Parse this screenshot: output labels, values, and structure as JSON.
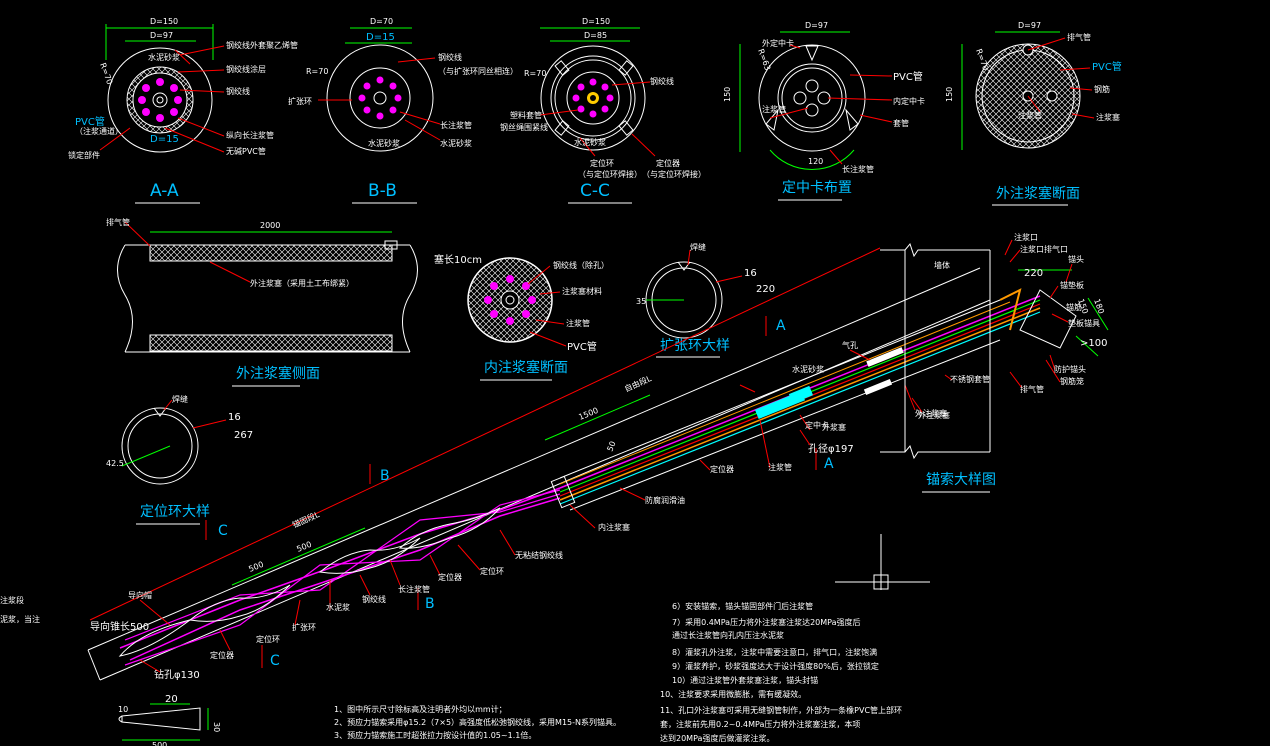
{
  "colors": {
    "background": "#000000",
    "outline": "#ffffff",
    "dimension": "#00ff00",
    "leader": "#ff0000",
    "label": "#ffffff",
    "title": "#00bfff",
    "tendon": "#ff00ff",
    "highlight": "#00ffff",
    "orange_tube": "#ff9900"
  },
  "sections": {
    "aa": {
      "title": "A-A",
      "dim_d150": "D=150",
      "dim_d97": "D=97",
      "radius": "R=70",
      "d15": "D=15",
      "pvc": "PVC管",
      "pvc_note": "（注浆通道）",
      "labels": [
        "钢绞线外套聚乙烯管",
        "钢绞线涂层",
        "钢绞线",
        "纵向长注浆管",
        "无碱PVC管",
        "锁定部件",
        "水泥砂浆"
      ]
    },
    "bb": {
      "title": "B-B",
      "dim_d70": "D=70",
      "d15": "D=15",
      "radius": "R=70",
      "labels": [
        "钢绞线",
        "（与扩张环同丝相连）",
        "扩张环",
        "长注浆管",
        "水泥砂浆",
        "水泥砂浆"
      ]
    },
    "cc": {
      "title": "C-C",
      "dim_d150": "D=150",
      "dim_d85": "D=85",
      "radius": "R=70",
      "labels": [
        "钢绞线",
        "塑料套管",
        "钢丝绳围紧线",
        "定位环",
        "（与定位环焊接）",
        "定位器",
        "（与定位环焊接）",
        "水泥砂浆"
      ]
    },
    "centering": {
      "title": "定中卡布置",
      "dim_d97": "D=97",
      "radius": "R=63",
      "height": "150",
      "width": "120",
      "labels": [
        "外定中卡",
        "PVC管",
        "内定中卡",
        "套管",
        "注浆管",
        "长注浆管"
      ]
    },
    "outer_plug": {
      "title": "外注浆塞断面",
      "dim_d97": "D=97",
      "radius": "R=70",
      "height": "150",
      "pvc": "PVC管",
      "labels": [
        "排气管",
        "钢筋",
        "注浆塞",
        "注浆管"
      ]
    },
    "outer_plug_side": {
      "title": "外注浆塞侧面",
      "length": "2000",
      "labels": [
        "排气管",
        "外注浆塞（采用土工布绑紧）"
      ]
    },
    "inner_plug": {
      "title": "内注浆塞断面",
      "plug_len": "塞长10cm",
      "pvc": "PVC管",
      "labels": [
        "钢绞线（除孔）",
        "注浆塞材料",
        "注浆管"
      ]
    },
    "expansion_ring": {
      "title": "扩张环大样",
      "thickness": "16",
      "dia": "220",
      "wall": "35",
      "labels": [
        "焊缝"
      ]
    },
    "positioning_ring": {
      "title": "定位环大样",
      "thickness": "16",
      "dia": "267",
      "wall": "42.5",
      "labels": [
        "焊缝"
      ]
    },
    "anchor_head": {
      "title": "锚索大样图",
      "dim_220": "220",
      "dim_180": "180",
      "dim_150": "150",
      "dim_100": ">100",
      "labels": [
        "注浆口",
        "注浆口排气口",
        "锚头",
        "锚垫板",
        "防护锚头",
        "钢筋笼",
        "排气管",
        "墙体",
        "不锈钢套管",
        "外注浆塞",
        "外浆塞",
        "气孔",
        "垫板锚具",
        "锚筋"
      ]
    }
  },
  "main_view": {
    "free_length": "自由段L",
    "anchor_length": "锚固段L",
    "dim_1500": "1500",
    "dim_500a": "500",
    "dim_500b": "500",
    "dim_50": "50",
    "tip_length": "导向锥长500",
    "hole": "钻孔φ130",
    "hole_dia": "孔径φ197",
    "label_a": "A",
    "label_b": "B",
    "label_c": "C",
    "labels": [
      "导向帽",
      "定位器",
      "定位环",
      "扩张环",
      "水泥浆",
      "钢绞线",
      "长注浆管",
      "定位器",
      "定位环",
      "无粘结钢绞线",
      "内注浆塞",
      "防腐润滑油",
      "定位器",
      "注浆管",
      "定中卡",
      "外注浆塞",
      "水泥砂浆"
    ]
  },
  "tip_detail": {
    "dim_20": "20",
    "dim_10": "10",
    "dim_30": "30",
    "dim_500": "500"
  },
  "notes_left": [
    "1、图中所示尺寸除标高及注明者外均以mm计；",
    "2、预应力锚索采用φ15.2（7×5）高强度低松弛钢绞线，采用M15-N系列锚具。",
    "3、预应力锚索施工时超张拉力按设计值的1.05~1.1倍。"
  ],
  "notes_right": [
    "6）安装锚索，锚头锚固部件门后注浆管",
    "7）采用0.4MPa压力将外注浆塞注浆达20MPa强度后",
    "    通过长注浆管向孔内压注水泥浆",
    "8）灌浆孔外注浆，注浆中需要注意口，排气口，注浆饱满",
    "9）灌浆养护，砂浆强度达大于设计强度80%后，张拉锁定",
    "10）通过注浆管外套浆塞注浆，锚头封锚",
    "10、注浆要求采用微膨胀，需有缓凝效。",
    "11、孔口外注浆塞可采用无缝钢管制作，外部为一条橡PVC管上部环",
    "    套，注浆前先用0.2~0.4MPa压力将外注浆塞注浆，本项",
    "    达到20MPa强度后做灌浆注浆。"
  ],
  "left_edge_text": [
    "注浆段",
    "泥浆，当注"
  ]
}
